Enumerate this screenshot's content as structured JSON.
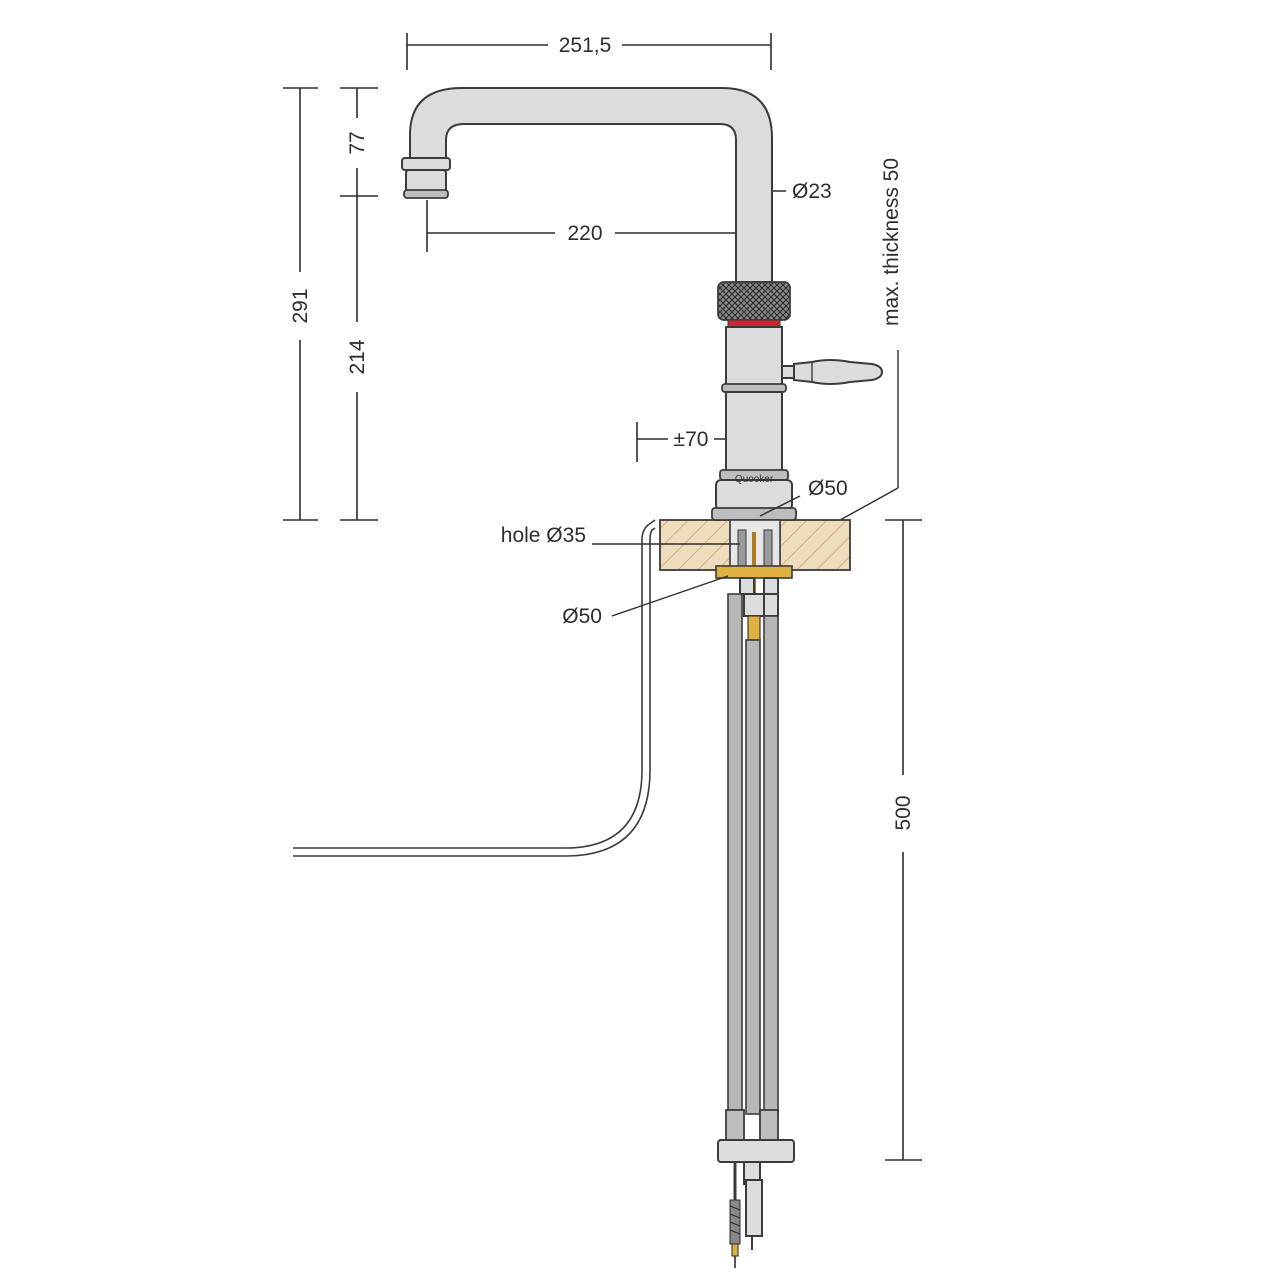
{
  "diagram": {
    "brand_label": "Quooker",
    "dimensions": {
      "spout_width": "251,5",
      "spout_reach": "220",
      "spout_drop": "77",
      "total_height": "291",
      "body_height": "214",
      "spout_diameter": "Ø23",
      "swivel": "±70",
      "base_diameter_top": "Ø50",
      "hole": "hole Ø35",
      "base_diameter_bottom": "Ø50",
      "max_thickness": "max. thickness 50",
      "hose_length": "500"
    },
    "colors": {
      "line": "#2d2d2d",
      "steel": "#dcdcdc",
      "countertop": "#e8cfa8",
      "hatch": "#c9a478",
      "brass": "#e0b040",
      "red_ring": "#d0213a",
      "hose": "#b7b7b7"
    }
  }
}
